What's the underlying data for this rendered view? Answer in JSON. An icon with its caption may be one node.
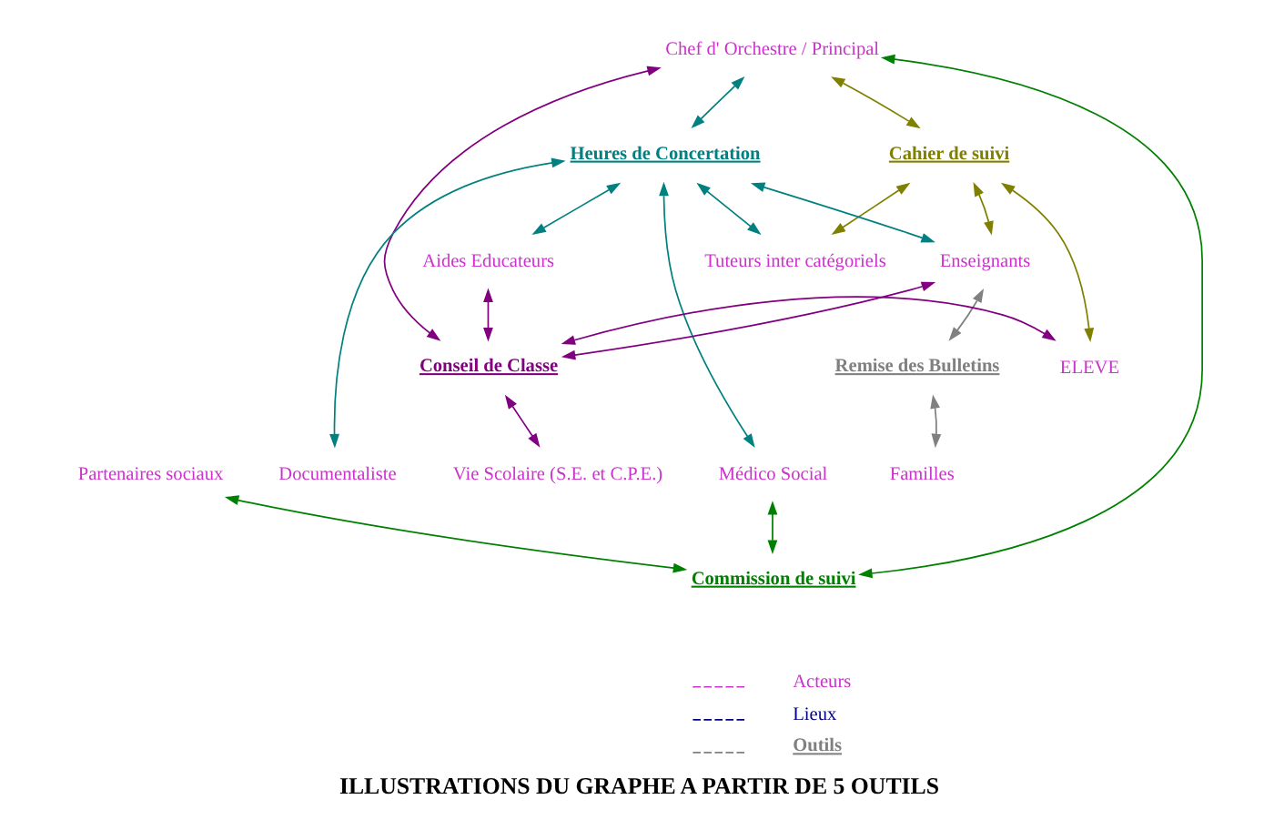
{
  "diagram": {
    "title": "ILLUSTRATIONS DU GRAPHE A PARTIR DE 5 OUTILS",
    "nodes": [
      {
        "text": [
          "Chef d' Orchestre / Principal"
        ]
      },
      {
        "text": [
          "Cahier de suivi"
        ]
      },
      {
        "text": [
          "Heures de Concertation"
        ]
      },
      {
        "text": [
          "Enseignants"
        ]
      },
      {
        "text": [
          "Tuteurs inter catégoriels"
        ]
      },
      {
        "text": [
          "Aides Educateurs"
        ]
      },
      {
        "text": [
          "Remise des Bulletins"
        ]
      },
      {
        "text": [
          "ELEVE"
        ]
      },
      {
        "text": [
          "Conseil de Classe"
        ]
      },
      {
        "text": [
          "Familles"
        ]
      },
      {
        "text": [
          "Médico Social"
        ]
      },
      {
        "text": [
          "Vie Scolaire (S.E. et C.P.E.)"
        ]
      },
      {
        "text": [
          "Partenaires sociaux"
        ]
      },
      {
        "text": [
          "Documentaliste"
        ]
      },
      {
        "text": [
          "Commission de suivi"
        ]
      }
    ],
    "edges": [
      {
        "from": 1,
        "to": 0,
        "arrow": "both",
        "color": "#808000"
      },
      {
        "from": 1,
        "to": 3,
        "arrow": "both",
        "color": "#808000"
      },
      {
        "from": 1,
        "to": 4,
        "arrow": "both",
        "color": "#808000"
      },
      {
        "from": 1,
        "to": 7,
        "arrow": "both",
        "color": "#808000"
      },
      {
        "from": 2,
        "to": 0,
        "arrow": "both",
        "color": "#008080"
      },
      {
        "from": 2,
        "to": 3,
        "arrow": "both",
        "color": "#008080"
      },
      {
        "from": 2,
        "to": 4,
        "arrow": "both",
        "color": "#008080"
      },
      {
        "from": 2,
        "to": 5,
        "arrow": "both",
        "color": "#008080"
      },
      {
        "from": 2,
        "to": 10,
        "arrow": "both",
        "color": "#008080"
      },
      {
        "from": 2,
        "to": 13,
        "arrow": "both",
        "color": "#008080"
      },
      {
        "from": 6,
        "to": 3,
        "arrow": "both",
        "color": "#808080"
      },
      {
        "from": 6,
        "to": 9,
        "arrow": "both",
        "color": "#808080"
      },
      {
        "from": 8,
        "to": 0,
        "arrow": "both",
        "color": "#800080"
      },
      {
        "from": 8,
        "to": 3,
        "arrow": "both",
        "color": "#800080"
      },
      {
        "from": 8,
        "to": 5,
        "arrow": "both",
        "color": "#800080"
      },
      {
        "from": 8,
        "to": 7,
        "arrow": "both",
        "color": "#800080"
      },
      {
        "from": 8,
        "to": 11,
        "arrow": "both",
        "color": "#800080"
      },
      {
        "from": 14,
        "to": 0,
        "arrow": "both",
        "color": "#008000"
      },
      {
        "from": 14,
        "to": 10,
        "arrow": "both",
        "color": "#008000"
      },
      {
        "from": 14,
        "to": 12,
        "arrow": "both",
        "color": "#008000"
      }
    ],
    "legend": [
      {
        "text": "Acteurs"
      },
      {
        "text": "Lieux"
      },
      {
        "text": "Outils"
      }
    ]
  }
}
